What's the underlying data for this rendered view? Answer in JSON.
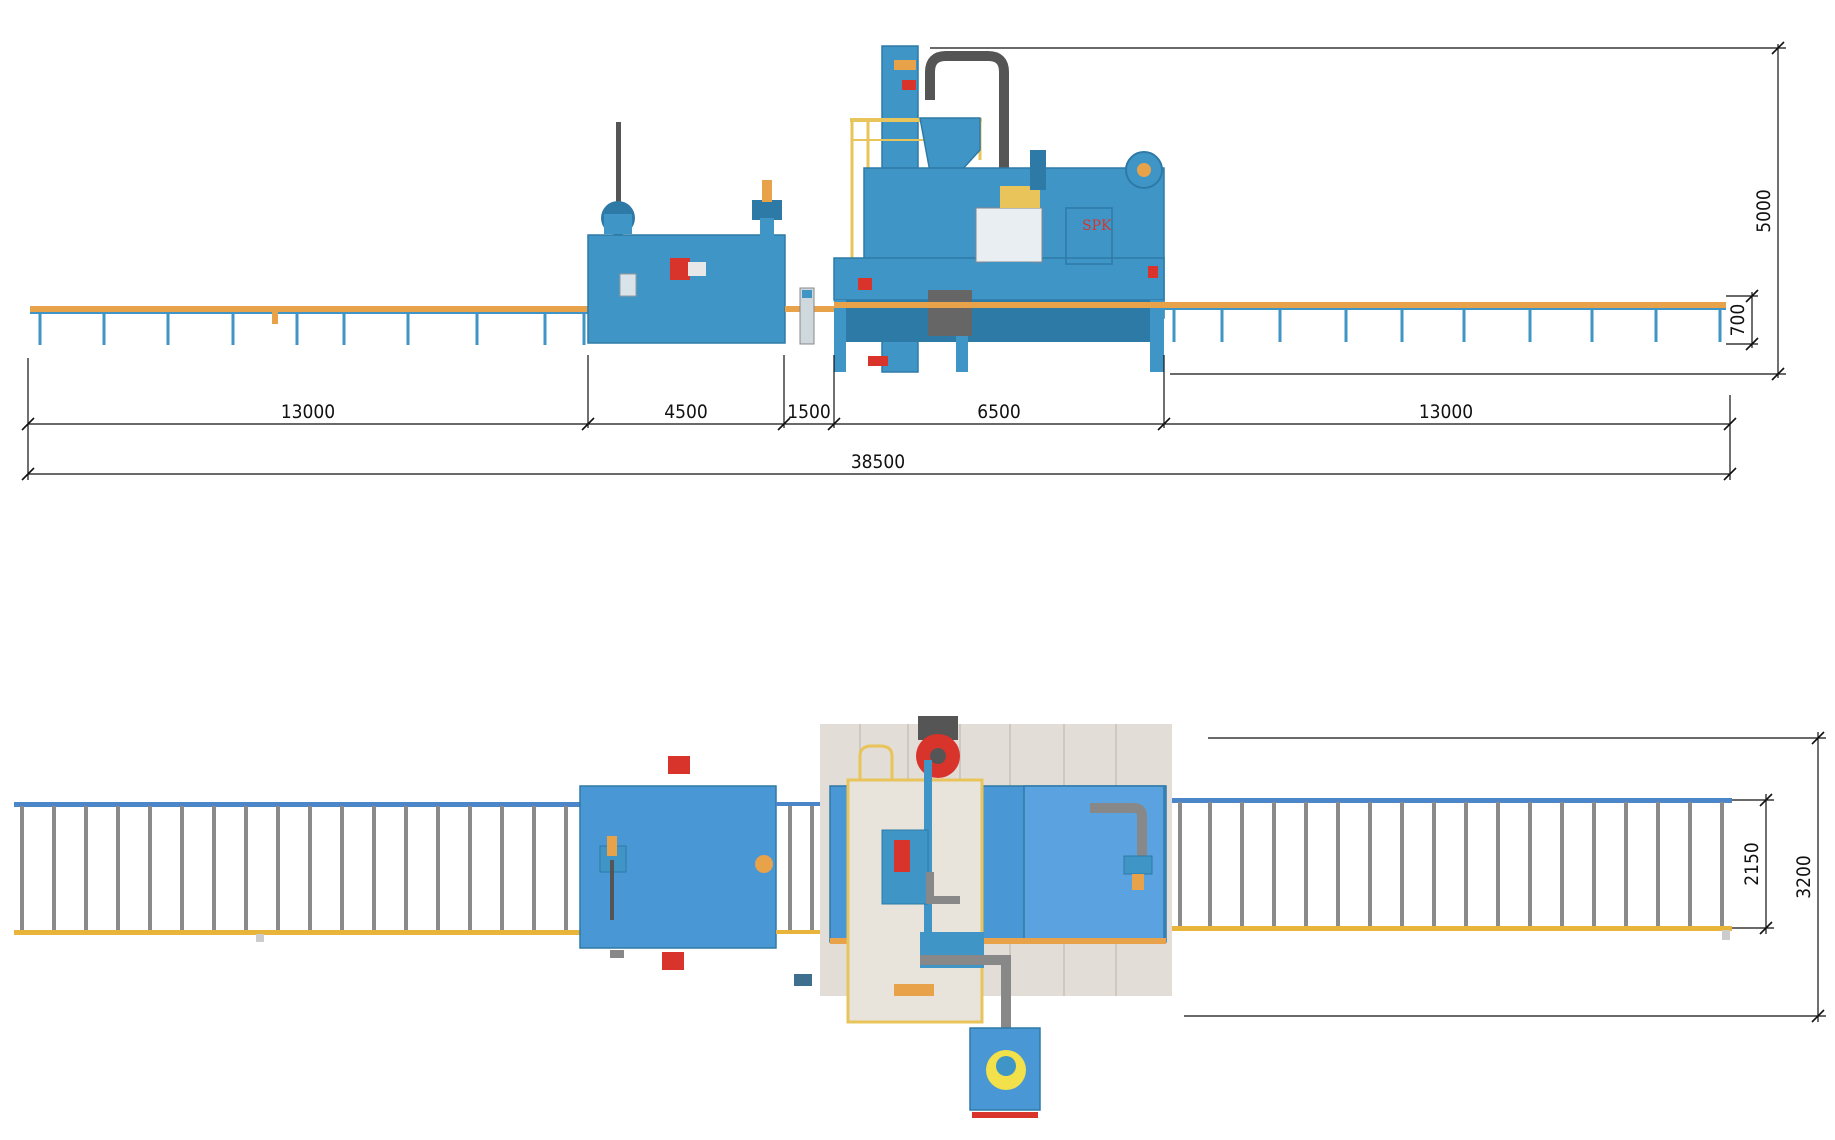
{
  "side_view": {
    "dimensions": [
      {
        "id": "inlet-roller-length",
        "value": "13000"
      },
      {
        "id": "preheat-length",
        "value": "4500"
      },
      {
        "id": "gap-length",
        "value": "1500"
      },
      {
        "id": "blast-chamber-length",
        "value": "6500"
      },
      {
        "id": "outlet-roller-length",
        "value": "13000"
      },
      {
        "id": "overall-length",
        "value": "38500"
      },
      {
        "id": "overall-height",
        "value": "5000"
      },
      {
        "id": "roller-height",
        "value": "700"
      }
    ],
    "brand_logo": "SPK"
  },
  "top_view": {
    "dimensions": [
      {
        "id": "roller-width",
        "value": "2150"
      },
      {
        "id": "overall-width",
        "value": "3200"
      }
    ]
  },
  "colors": {
    "machine_blue": "#3f95c6",
    "machine_blue_dark": "#2e7aa6",
    "roller_orange": "#e8a24a",
    "roller_blue": "#4a86c8",
    "warning_red": "#d8342c",
    "gold": "#e8b53a",
    "panel_grey": "#e2ddd6"
  }
}
